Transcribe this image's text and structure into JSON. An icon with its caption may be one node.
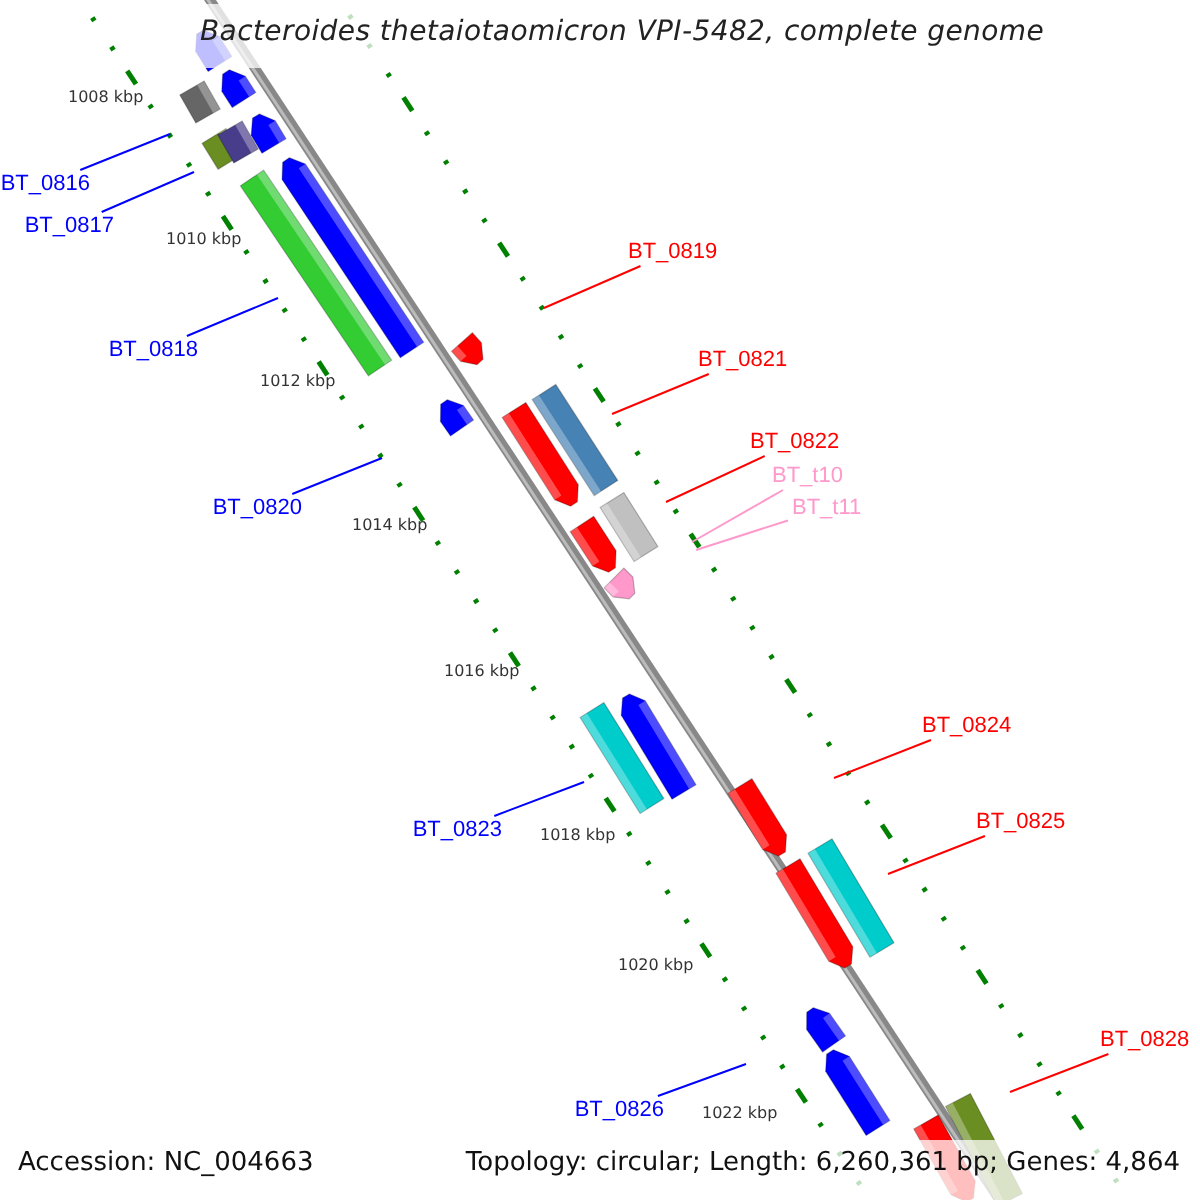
{
  "diagram": {
    "title": "Bacteroides thetaiotaomicron VPI-5482, complete genome",
    "nodes": [
      {
        "text": [
          "BT_0816"
        ]
      },
      {
        "text": [
          "BT_0817"
        ]
      },
      {
        "text": [
          "BT_0819"
        ]
      },
      {
        "text": [
          "BT_0818"
        ]
      },
      {
        "text": [
          "BT_0821"
        ]
      },
      {
        "text": [
          "BT_0822"
        ]
      },
      {
        "text": [
          "BT_t10"
        ]
      },
      {
        "text": [
          "BT_t11"
        ]
      },
      {
        "text": [
          "BT_0820"
        ]
      },
      {
        "text": [
          "BT_0824"
        ]
      },
      {
        "text": [
          "BT_0825"
        ]
      },
      {
        "text": [
          "BT_0823"
        ]
      },
      {
        "text": [
          "BT_0828"
        ]
      },
      {
        "text": [
          "BT_0826"
        ]
      }
    ],
    "edges": [
      {
        "from": 0,
        "to": null,
        "arrow": "none"
      },
      {
        "from": 1,
        "to": null,
        "arrow": "none"
      },
      {
        "from": 2,
        "to": null,
        "arrow": "none",
        "color": "#ff0000"
      },
      {
        "from": 3,
        "to": null,
        "arrow": "none"
      },
      {
        "from": 4,
        "to": null,
        "arrow": "none",
        "color": "#ff0000"
      },
      {
        "from": 5,
        "to": null,
        "arrow": "none",
        "color": "#ff0000"
      },
      {
        "from": 6,
        "to": null,
        "arrow": "none",
        "color": "#ff99cc"
      },
      {
        "from": 7,
        "to": null,
        "arrow": "none",
        "color": "#ff99cc"
      },
      {
        "from": 8,
        "to": null,
        "arrow": "none"
      },
      {
        "from": 9,
        "to": null,
        "arrow": "none",
        "color": "#ff0000"
      },
      {
        "from": 10,
        "to": null,
        "arrow": "none",
        "color": "#ff0000"
      },
      {
        "from": 11,
        "to": null,
        "arrow": "none"
      },
      {
        "from": 12,
        "to": null,
        "arrow": "none",
        "color": "#ff0000"
      },
      {
        "from": 13,
        "to": null,
        "arrow": "none"
      }
    ],
    "labels": [
      "1008 kbp",
      "1010 kbp",
      "1012 kbp",
      "1014 kbp",
      "1016 kbp",
      "1018 kbp",
      "1020 kbp",
      "1022 kbp",
      "Accession: NC_004663",
      "Topology: circular; Length: 6,260,361 bp; Genes: 4,864"
    ]
  }
}
